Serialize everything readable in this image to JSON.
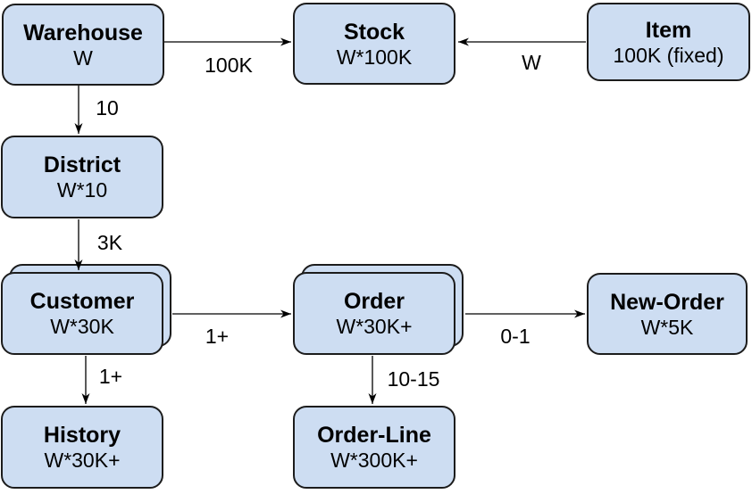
{
  "colors": {
    "box_fill": "#cdddf2",
    "box_border": "#1c1c1c",
    "arrow": "#000000",
    "text": "#000000",
    "background": "#ffffff"
  },
  "entities": {
    "warehouse": {
      "title": "Warehouse",
      "count": "W"
    },
    "stock": {
      "title": "Stock",
      "count": "W*100K"
    },
    "item": {
      "title": "Item",
      "count": "100K (fixed)"
    },
    "district": {
      "title": "District",
      "count": "W*10"
    },
    "customer": {
      "title": "Customer",
      "count": "W*30K"
    },
    "order": {
      "title": "Order",
      "count": "W*30K+"
    },
    "new_order": {
      "title": "New-Order",
      "count": "W*5K"
    },
    "history": {
      "title": "History",
      "count": "W*30K+"
    },
    "order_line": {
      "title": "Order-Line",
      "count": "W*300K+"
    }
  },
  "edges": {
    "warehouse_stock": "100K",
    "item_stock": "W",
    "warehouse_district": "10",
    "district_customer": "3K",
    "customer_order": "1+",
    "customer_history": "1+",
    "order_new_order": "0-1",
    "order_order_line": "10-15"
  }
}
